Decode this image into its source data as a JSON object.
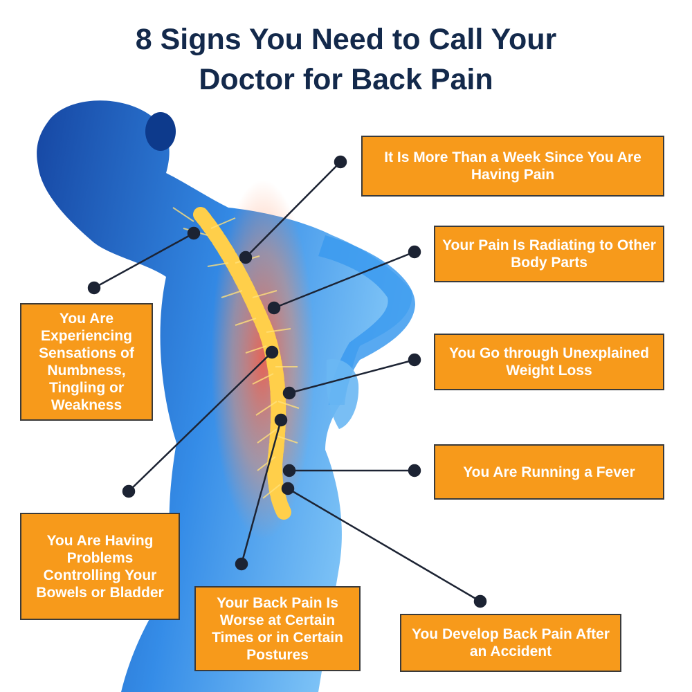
{
  "title": {
    "line1": "8 Signs You Need to Call Your",
    "line2": "Doctor for Back Pain"
  },
  "colors": {
    "title": "#13294b",
    "box_fill": "#f79a1b",
    "box_text": "#ffffff",
    "connector": "#1c2333",
    "figure": "#1d6fd1",
    "spine_glow": "#ff7a45"
  },
  "signs": [
    {
      "text": "It Is More Than a Week Since You Are Having Pain"
    },
    {
      "text": "Your Pain Is Radiating to Other Body Parts"
    },
    {
      "text": "You Go through Unexplained Weight Loss"
    },
    {
      "text": "You Are Running a Fever"
    },
    {
      "text": "You Develop Back Pain After an Accident"
    },
    {
      "text": "Your Back Pain Is Worse at Certain Times or in Certain Postures"
    },
    {
      "text": "You Are Having Problems Controlling Your Bowels or Bladder"
    },
    {
      "text": "You Are Experiencing Sensations of Numbness, Tingling or Weakness"
    }
  ]
}
